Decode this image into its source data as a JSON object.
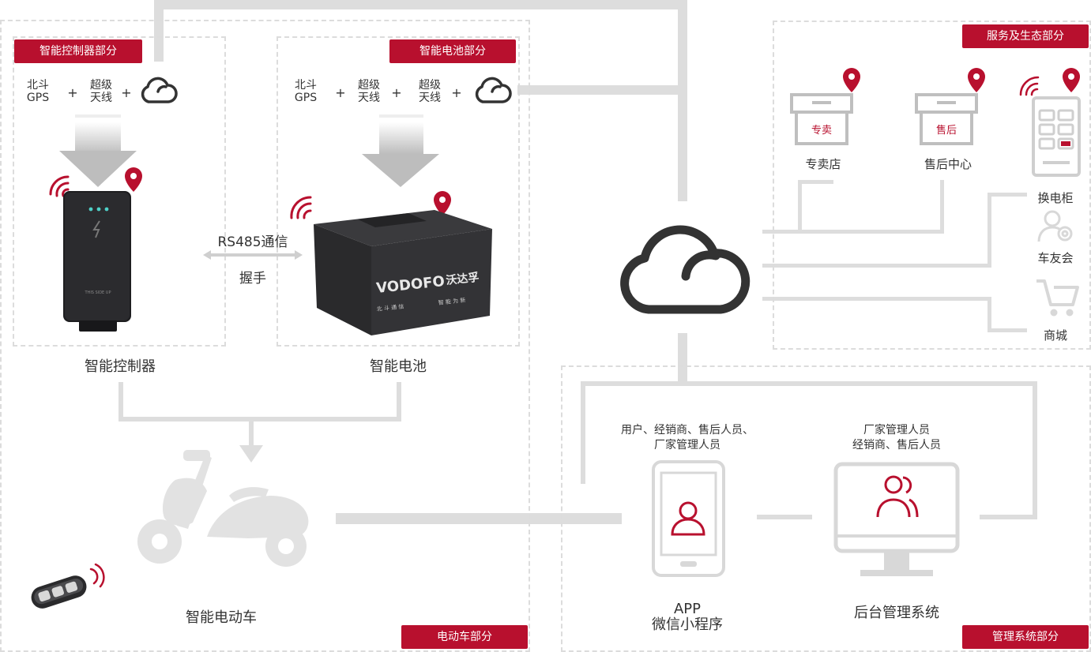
{
  "sections": {
    "controller": "智能控制器部分",
    "battery": "智能电池部分",
    "service": "服务及生态部分",
    "ev": "电动车部分",
    "management": "管理系统部分"
  },
  "formula": {
    "beidou": "北斗",
    "gps": "GPS",
    "plus": "+",
    "chaoji": "超级",
    "tianxian": "天线"
  },
  "controller": {
    "label": "智能控制器",
    "device_text": "THIS SIDE UP"
  },
  "battery": {
    "label": "智能电池",
    "brand": "VODOFO",
    "brand_cn": "沃达孚",
    "slogan_left": "北 斗 通 信",
    "slogan_right": "智 能 为 新"
  },
  "link": {
    "protocol": "RS485通信",
    "handshake": "握手"
  },
  "ev": {
    "label": "智能电动车"
  },
  "service": {
    "store_box": "专卖",
    "store_label": "专卖店",
    "after_box": "售后",
    "after_label": "售后中心",
    "swap": "换电柜",
    "club": "车友会",
    "mall": "商城"
  },
  "management": {
    "app_users_1": "用户、经销商、售后人员、",
    "app_users_2": "厂家管理人员",
    "app_label_1": "APP",
    "app_label_2": "微信小程序",
    "backend_users_1": "厂家管理人员",
    "backend_users_2": "经销商、售后人员",
    "backend_label": "后台管理系统"
  },
  "colors": {
    "accent": "#b8102e",
    "line": "#dddddd",
    "dark": "#333333"
  }
}
